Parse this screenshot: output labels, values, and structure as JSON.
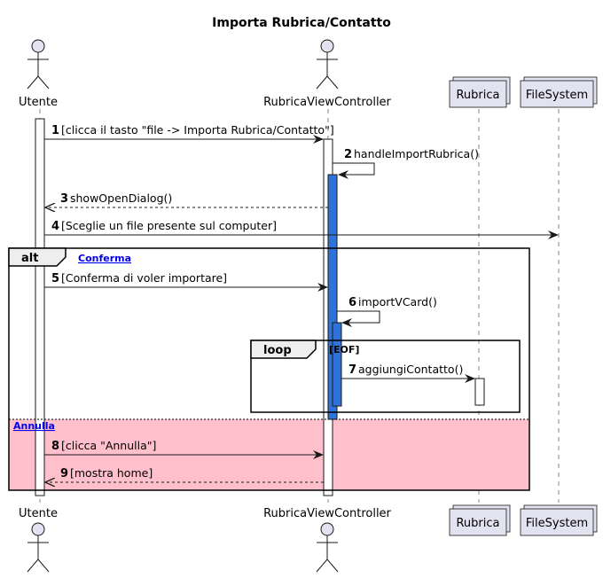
{
  "title": "Importa Rubrica/Contatto",
  "participants": {
    "utente": "Utente",
    "controller": "RubricaViewController",
    "rubrica": "Rubrica",
    "filesystem": "FileSystem"
  },
  "messages": [
    {
      "n": "1",
      "text": "[clicca il tasto \"file -> Importa Rubrica/Contatto\"]"
    },
    {
      "n": "2",
      "text": "handleImportRubrica()"
    },
    {
      "n": "3",
      "text": "showOpenDialog()"
    },
    {
      "n": "4",
      "text": "[Sceglie un file presente sul computer]"
    },
    {
      "n": "5",
      "text": "[Conferma di voler importare]"
    },
    {
      "n": "6",
      "text": "importVCard()"
    },
    {
      "n": "7",
      "text": "aggiungiContatto()"
    },
    {
      "n": "8",
      "text": "[clicca \"Annulla\"]"
    },
    {
      "n": "9",
      "text": "[mostra home]"
    }
  ],
  "frames": {
    "alt": {
      "keyword": "alt",
      "guard": "Conferma",
      "else_guard": "Annulla"
    },
    "loop": {
      "keyword": "loop",
      "guard": "[EOF]"
    }
  },
  "colors": {
    "participant_fill": "#e2e2f0",
    "activation_blue": "#2f73d9",
    "else_region": "#ffc0cb",
    "lifeline": "#888888",
    "line": "#181818"
  }
}
